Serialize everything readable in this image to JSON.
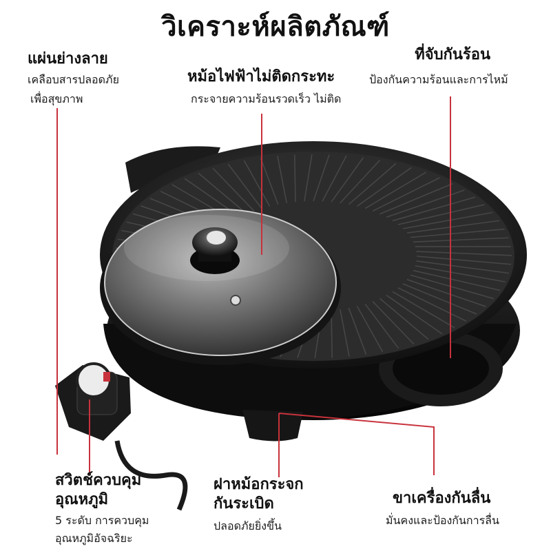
{
  "title": "วิเคราะห์ผลิตภัณฑ์",
  "features": {
    "plate": {
      "heading": "แผ่นย่างลาย",
      "lines": [
        "เคลือบสารปลอดภัย",
        "เพื่อสุขภาพ"
      ]
    },
    "pot": {
      "heading": "หม้อไฟฟ้าไม่ติดกระทะ",
      "lines": [
        "กระจายความร้อนรวดเร็ว ไม่ติด"
      ]
    },
    "handle": {
      "heading": "ที่จับกันร้อน",
      "lines": [
        "ป้องกันความร้อนและการไหม้"
      ]
    },
    "switch": {
      "heading_lines": [
        "สวิตช์ควบคุม",
        "อุณหภูมิ"
      ],
      "lines": [
        "5 ระดับ การควบคุม",
        "อุณหภูมิอัจฉริยะ"
      ]
    },
    "lid": {
      "heading_lines": [
        "ฝาหม้อกระจก",
        "กันระเบิด"
      ],
      "lines": [
        "ปลอดภัยยิ่งขึ้น"
      ]
    },
    "feet": {
      "heading": "ขาเครื่องกันลื่น",
      "lines": [
        "มั่นคงและป้องกันการลื่น"
      ]
    }
  },
  "colors": {
    "accent_line": "#c8323c",
    "background": "#ffffff",
    "text": "#111111"
  }
}
